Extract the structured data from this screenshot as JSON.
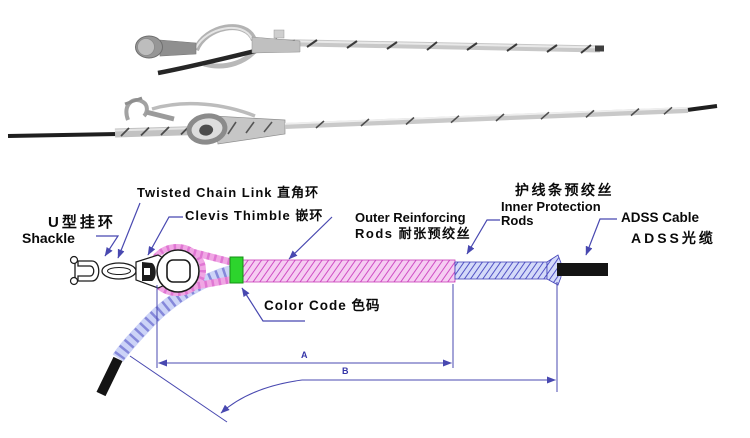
{
  "diagram": {
    "labels": {
      "twisted_chain_link": "Twisted Chain Link 直角环",
      "clevis_thimble": "Clevis Thimble 嵌环",
      "shackle_cn": "U型挂环",
      "shackle_en": "Shackle",
      "outer_rods_en": "Outer Reinforcing",
      "outer_rods_cn": "Rods 耐张预绞丝",
      "inner_rods_cn": "护线条预绞丝",
      "inner_rods_en1": "Inner Protection",
      "inner_rods_en2": "Rods",
      "adss_cable_en": "ADSS Cable",
      "adss_cable_cn": "ADSS光缆",
      "color_code": "Color Code 色码",
      "dim_a": "A",
      "dim_b": "B"
    },
    "colors": {
      "outer_reinforcing_rods": "#cf4ec4",
      "inner_protection_rods": "#4444bf",
      "color_code_band": "#2dd42d",
      "dimension_lines": "#4848b0",
      "adss_cable": "#141414"
    }
  },
  "figures": {
    "photo_top": "preformed-deadend-clamp-photo-top",
    "photo_bottom": "preformed-deadend-clamp-photo-side"
  }
}
